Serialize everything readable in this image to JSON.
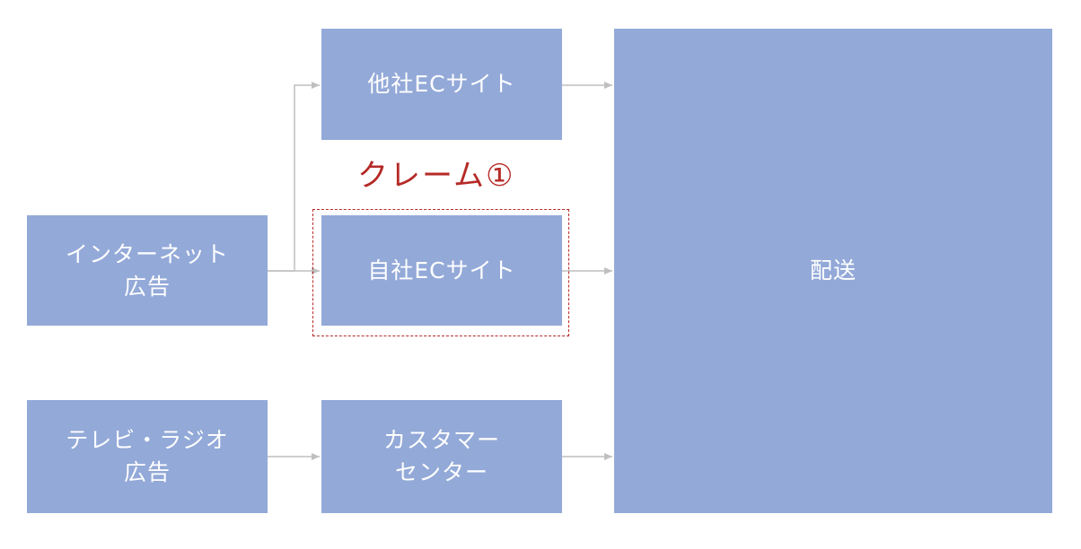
{
  "boxes": {
    "internet_ad": "インターネット\n広告",
    "tv_radio_ad": "テレビ・ラジオ\n広告",
    "other_ec": "他社ECサイト",
    "own_ec": "自社ECサイト",
    "call_center": "カスタマー\nセンター",
    "delivery": "配送"
  },
  "annotation": {
    "claim": "クレーム①"
  },
  "colors": {
    "box_fill": "#93a9d8",
    "box_text": "#ffffff",
    "connector": "#bfbfbf",
    "claim_red": "#b52a26"
  }
}
